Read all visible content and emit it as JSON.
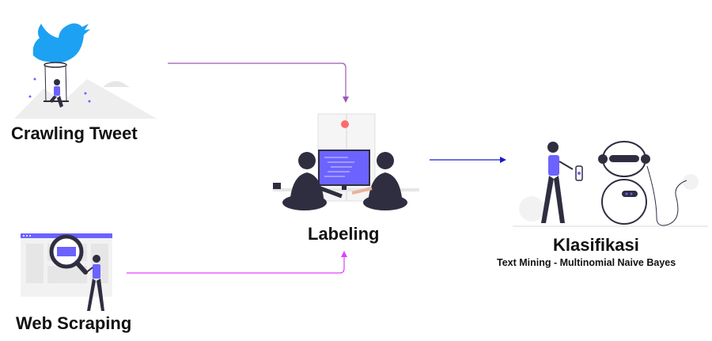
{
  "nodes": {
    "crawling": {
      "label": "Crawling Tweet",
      "icon": "twitter-bird-swing-icon"
    },
    "scraping": {
      "label": "Web Scraping",
      "icon": "magnifier-webpage-icon"
    },
    "labeling": {
      "label": "Labeling",
      "icon": "people-at-computer-icon"
    },
    "klasifikasi": {
      "label": "Klasifikasi",
      "sublabel": "Text Mining - Multinomial Naive Bayes",
      "icon": "woman-with-robot-icon"
    }
  },
  "edges": [
    {
      "from": "crawling",
      "to": "labeling",
      "color": "#9b59b6"
    },
    {
      "from": "scraping",
      "to": "labeling",
      "color": "#e040fb"
    },
    {
      "from": "labeling",
      "to": "klasifikasi",
      "color": "#1a1acc"
    }
  ],
  "colors": {
    "accent": "#6c63ff",
    "twitter": "#1da1f2",
    "dark": "#2f2e41",
    "light_gray": "#e6e6e6"
  }
}
